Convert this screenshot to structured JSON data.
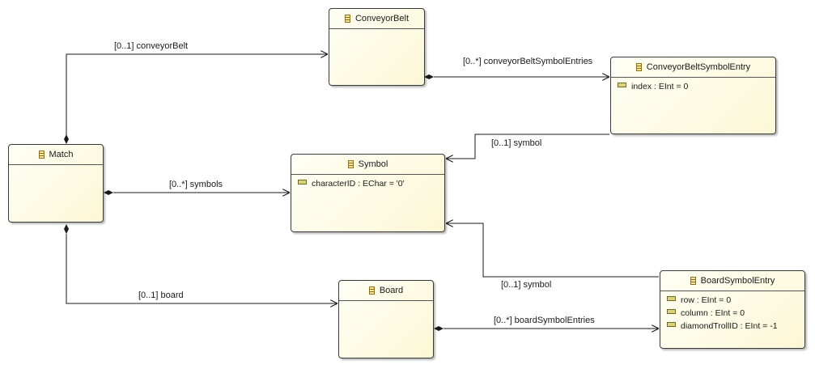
{
  "diagram": {
    "classes": {
      "conveyor_belt": {
        "name": "ConveyorBelt",
        "attributes": []
      },
      "conveyor_belt_symbol_entry": {
        "name": "ConveyorBeltSymbolEntry",
        "attributes": [
          {
            "text": "index : EInt = 0"
          }
        ]
      },
      "match": {
        "name": "Match",
        "attributes": []
      },
      "symbol": {
        "name": "Symbol",
        "attributes": [
          {
            "text": "characterID : EChar = '0'"
          }
        ]
      },
      "board": {
        "name": "Board",
        "attributes": []
      },
      "board_symbol_entry": {
        "name": "BoardSymbolEntry",
        "attributes": [
          {
            "text": "row : EInt = 0"
          },
          {
            "text": "column : EInt = 0"
          },
          {
            "text": "diamondTrollID : EInt = -1"
          }
        ]
      }
    },
    "references": {
      "match_conveyor_belt": {
        "label": "[0..1] conveyorBelt"
      },
      "conveyor_belt_entries": {
        "label": "[0..*] conveyorBeltSymbolEntries"
      },
      "cbse_symbol": {
        "label": "[0..1] symbol"
      },
      "match_symbols": {
        "label": "[0..*] symbols"
      },
      "bse_symbol": {
        "label": "[0..1] symbol"
      },
      "match_board": {
        "label": "[0..1] board"
      },
      "board_entries": {
        "label": "[0..*] boardSymbolEntries"
      }
    }
  }
}
